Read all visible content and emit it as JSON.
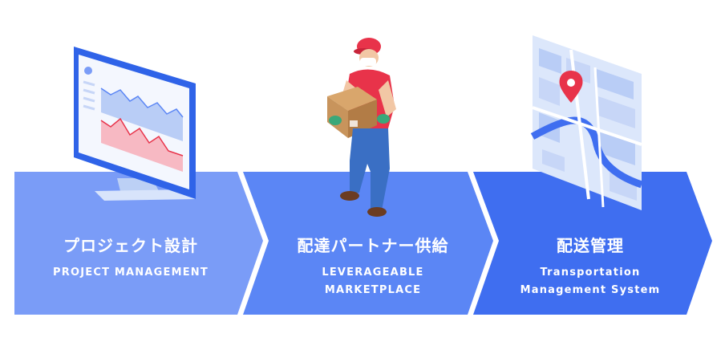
{
  "steps": [
    {
      "jp": "プロジェクト設計",
      "en1": "PROJECT MANAGEMENT",
      "en2": ""
    },
    {
      "jp": "配達パートナー供給",
      "en1": "LEVERAGEABLE",
      "en2": "MARKETPLACE"
    },
    {
      "jp": "配送管理",
      "en1": "Transportation",
      "en2": "Management System"
    }
  ],
  "colors": {
    "step1": "#7a9cf7",
    "step2": "#5b86f5",
    "step3": "#3f6ef0",
    "screen_blue": "#2f63e8",
    "worker_shirt": "#e8334a",
    "worker_pants": "#3a6fc4",
    "box": "#c8945c",
    "map_bg": "#dce7fb",
    "pin": "#e8334a"
  },
  "icons": [
    "monitor-chart-icon",
    "delivery-worker-icon",
    "city-map-pin-icon"
  ]
}
